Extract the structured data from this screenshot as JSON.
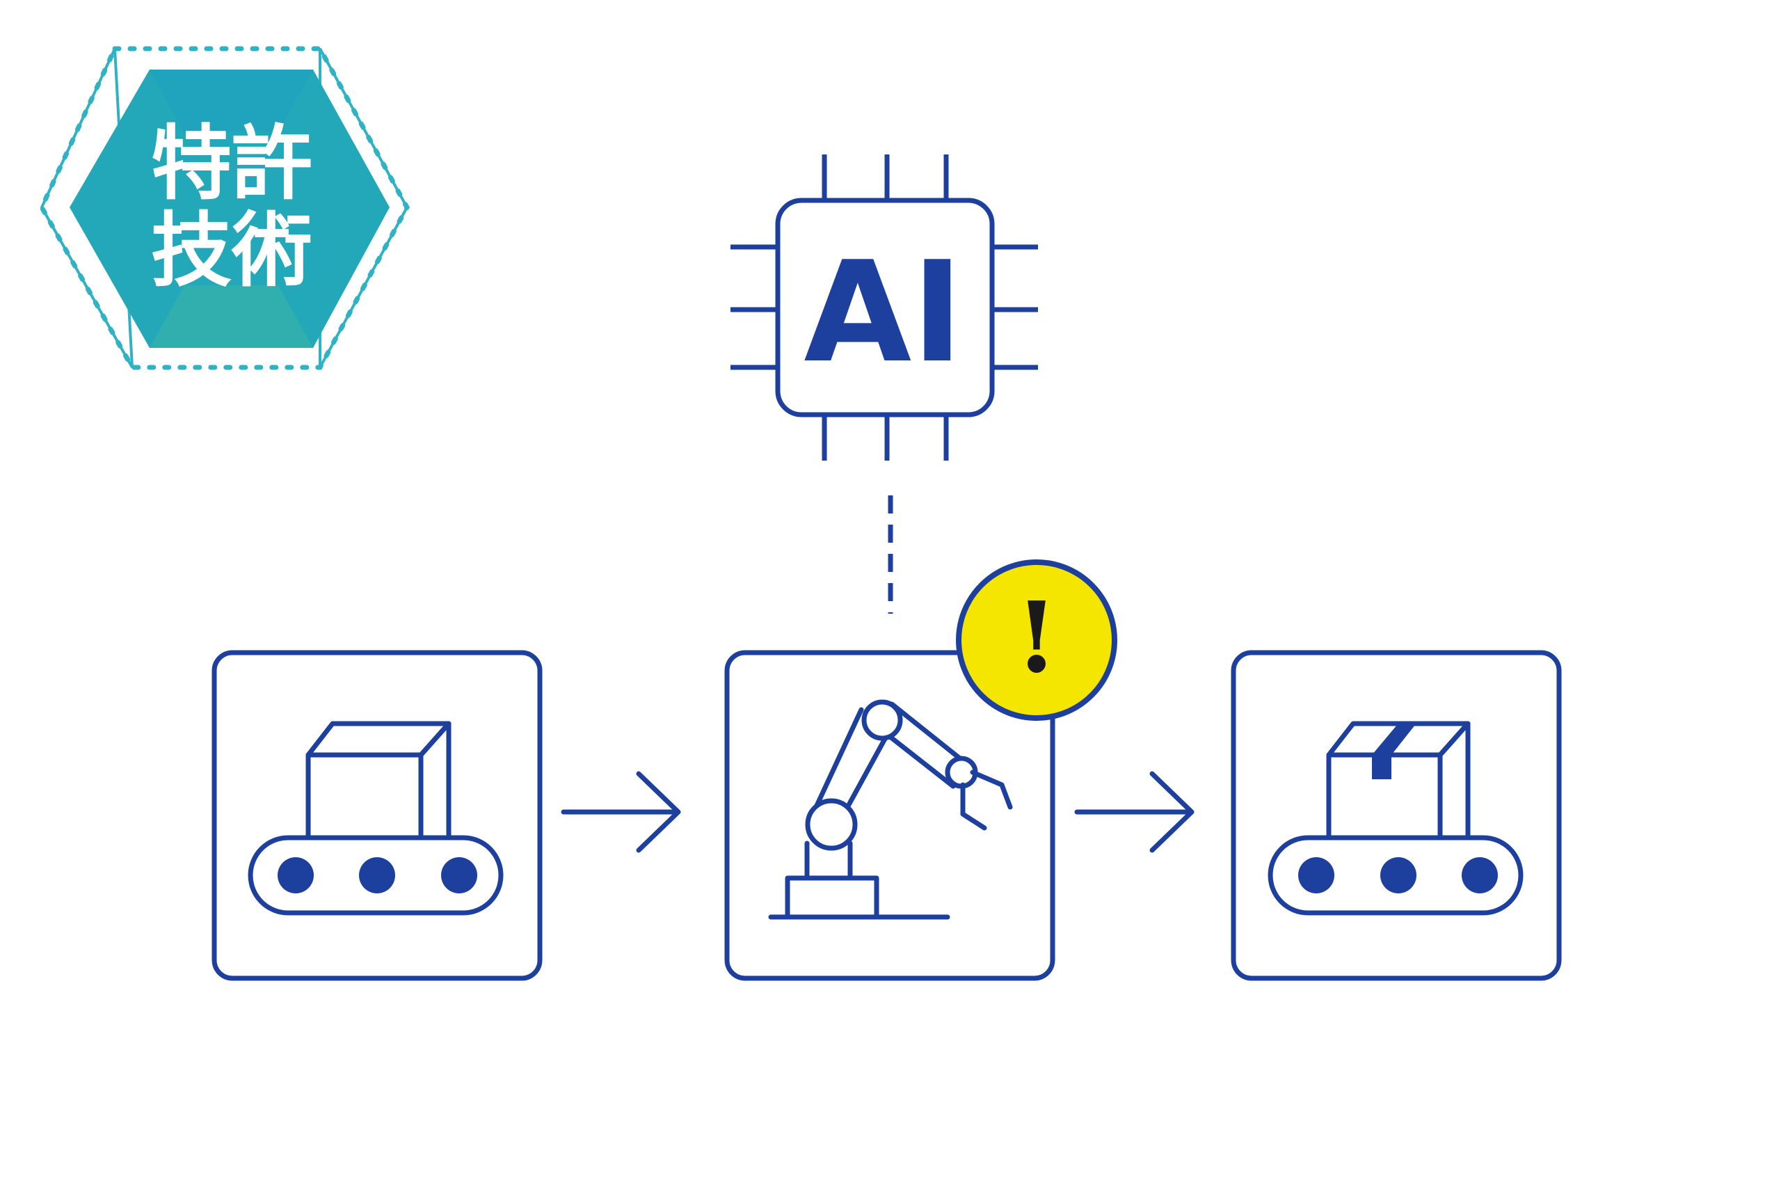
{
  "badge": {
    "line1": "特許",
    "line2": "技術"
  },
  "chip": {
    "label": "AI"
  },
  "alert": {
    "symbol": "!"
  },
  "flow": [
    {
      "stage": "input",
      "icon": "conveyor-box-icon"
    },
    {
      "stage": "process",
      "icon": "robot-arm-icon"
    },
    {
      "stage": "output",
      "icon": "conveyor-package-icon"
    }
  ],
  "colors": {
    "primary": "#1d3f9e",
    "badge_fill": "#22a8b8",
    "badge_outline": "#2fb2c4",
    "alert_fill": "#f5e600",
    "alert_outline": "#1d3f9e",
    "background": "#ffffff"
  }
}
